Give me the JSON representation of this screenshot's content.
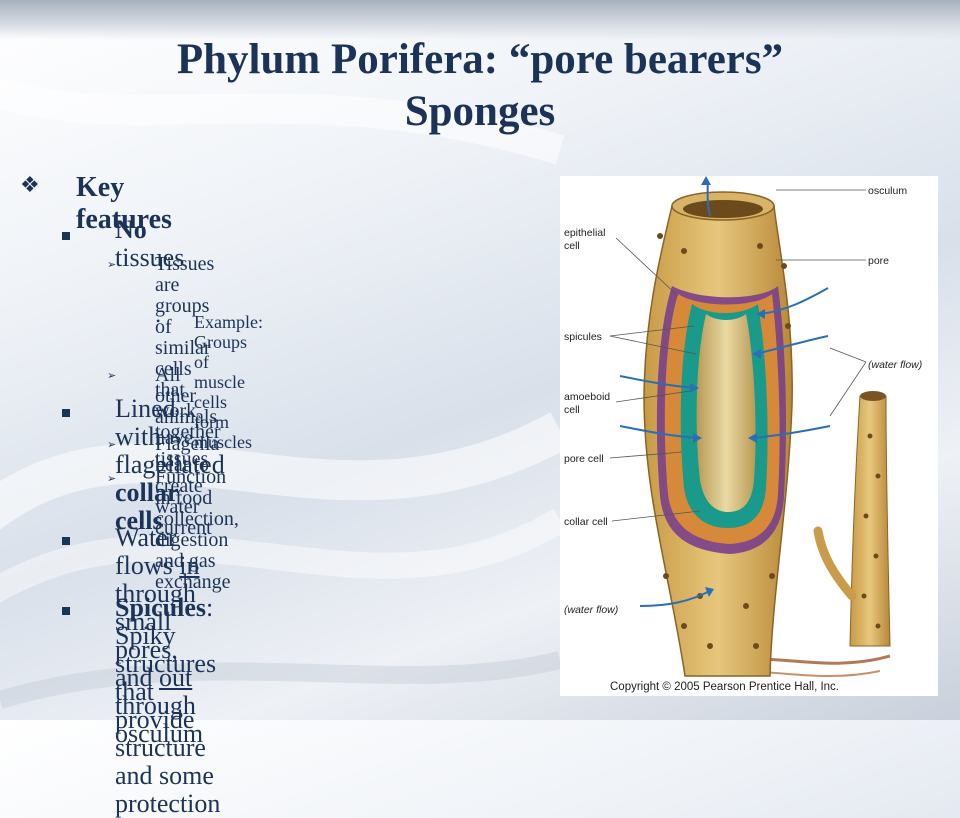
{
  "slide": {
    "title_line1": "Phylum Porifera: “pore bearers”",
    "title_line2": "Sponges"
  },
  "colors": {
    "title": "#1c3358",
    "text": "#1c3358",
    "accent": "#2a6fb5"
  },
  "content": {
    "heading": "Key features",
    "no_tissues": {
      "bold": "No",
      "rest": " tissues"
    },
    "tissues_def_1": "Tissues are groups of similar cells",
    "tissues_def_2": "that work together",
    "example_1": "Example: Groups of muscle cells",
    "example_2": "form muscles",
    "other_animals": "All other animals have tissues",
    "lined": {
      "text": "Lined with flagellated ",
      "bold": "collar cells"
    },
    "flagella": "Flagella beat to create water current",
    "function_1": "Function in food collection,",
    "function_2": "digestion and gas exchange",
    "water_flow": {
      "a": "Water flows ",
      "in": "in",
      "b": " through small",
      "c": "pores, and ",
      "out": "out",
      "d": " through osculum"
    },
    "spicules": {
      "bold": "Spicules",
      "rest_1": ": Spiky structures that",
      "rest_2": "provide structure and some",
      "rest_3": "protection"
    }
  },
  "figure": {
    "labels": {
      "osculum": "osculum",
      "epithelial_1": "epithelial",
      "epithelial_2": "cell",
      "pore": "pore",
      "spicules": "spicules",
      "water_flow_top": "(water flow)",
      "amoeboid_1": "amoeboid",
      "amoeboid_2": "cell",
      "pore_cell": "pore cell",
      "collar_cell": "collar cell",
      "water_flow_bottom": "(water flow)"
    },
    "copyright": "Copyright © 2005 Pearson Prentice Hall, Inc."
  }
}
